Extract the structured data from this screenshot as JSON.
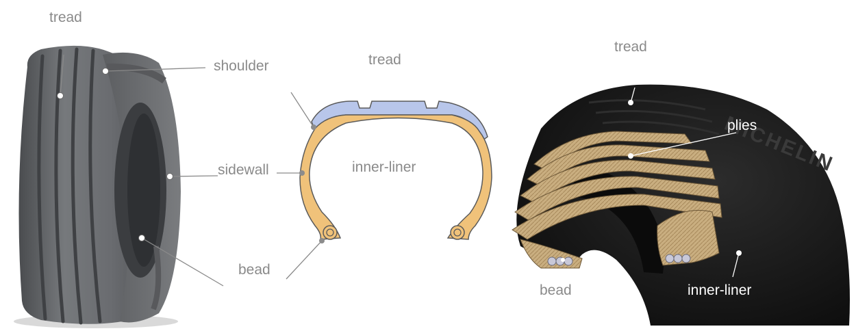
{
  "figure_left": {
    "labels": {
      "tread": "tread",
      "shoulder": "shoulder",
      "sidewall": "sidewall",
      "bead": "bead"
    }
  },
  "figure_middle": {
    "labels": {
      "tread": "tread",
      "inner_liner": "inner-liner",
      "bead": "bead"
    }
  },
  "figure_right": {
    "labels": {
      "tread": "tread",
      "plies": "plies",
      "bead": "bead",
      "inner_liner": "inner-liner"
    },
    "brand_text": "MICHELIN"
  },
  "colors": {
    "label_gray": "#8a8a8a",
    "label_white": "#ffffff",
    "tire_gray": "#6f7174",
    "carcass_orange": "#f0c27a",
    "tread_blue": "#b8c6ea",
    "ply_tan": "#cdb48a",
    "tire_black": "#141414"
  }
}
